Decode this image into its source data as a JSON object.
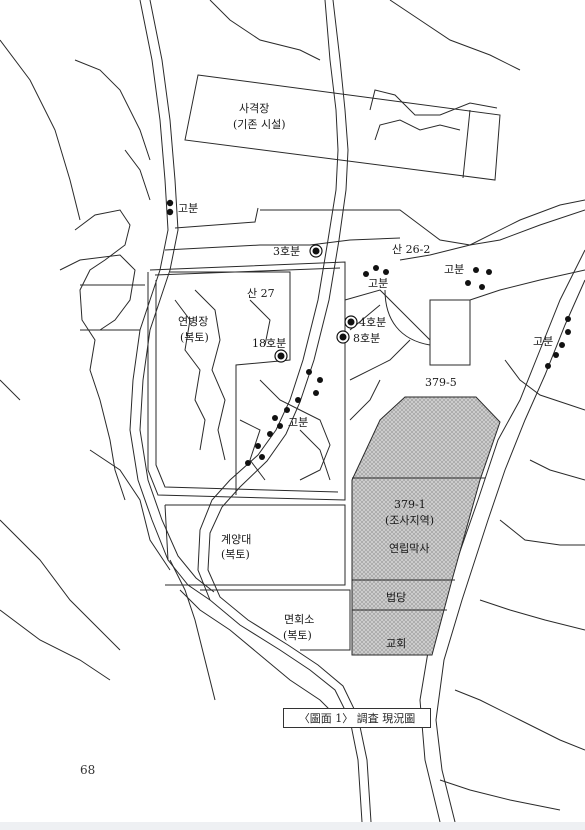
{
  "figure": {
    "caption": "〈圖面 1〉 調査 現況圖",
    "page_number": "68"
  },
  "labels": {
    "shooting_range_line1": "사격장",
    "shooting_range_line2": "(기존 시설)",
    "mound_nw": "고분",
    "tomb3": "3호분",
    "san26_2": "산 26-2",
    "mound_mid_right": "고분",
    "mound_ne": "고분",
    "mound_far_right": "고분",
    "san27": "산 27",
    "training_line1": "연병장",
    "training_line2": "(복토)",
    "tomb18": "18호분",
    "tomb4": "4호분",
    "tomb8": "8호분",
    "lot379_5": "379-5",
    "mound_center": "고분",
    "lot379_1_line1": "379-1",
    "lot379_1_line2": "(조사지역)",
    "yeonrip": "연립막사",
    "stage_line1": "계양대",
    "stage_line2": "(복토)",
    "meeting_line1": "면회소",
    "meeting_line2": "(복토)",
    "shrine": "법당",
    "church": "교회"
  },
  "colors": {
    "line": "#2a2a2a",
    "hatch_fill": "#c8c8c8",
    "tomb_dot": "#111111"
  }
}
